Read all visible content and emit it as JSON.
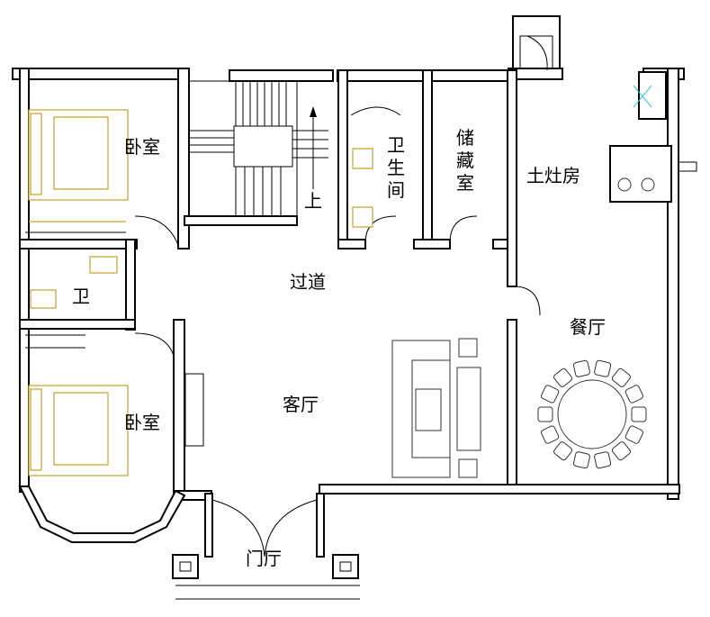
{
  "plan": {
    "rooms": {
      "bedroom_top": "卧室",
      "bedroom_bottom": "卧室",
      "small_bath": "卫",
      "bathroom": [
        "卫",
        "生",
        "间"
      ],
      "storage": [
        "储",
        "藏",
        "室"
      ],
      "kitchen": "土灶房",
      "corridor": "过道",
      "living": "客厅",
      "dining": "餐厅",
      "foyer": "门厅"
    },
    "stair_label": "上",
    "colors": {
      "wall": "#000000",
      "fixture": "#c9a227",
      "glass": "#2ec4d6"
    }
  }
}
